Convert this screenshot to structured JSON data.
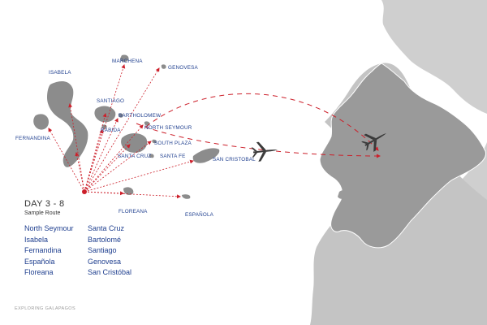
{
  "map": {
    "islands": [
      {
        "id": "marchena",
        "label": "MARCHENA"
      },
      {
        "id": "genovesa",
        "label": "GENOVESA"
      },
      {
        "id": "isabela",
        "label": "ISABELA"
      },
      {
        "id": "santiago",
        "label": "SANTIAGO"
      },
      {
        "id": "bartolomew",
        "label": "BARTHOLOMEW"
      },
      {
        "id": "north_seymour",
        "label": "NORTH SEYMOUR"
      },
      {
        "id": "rabida",
        "label": "RABIDA"
      },
      {
        "id": "fernandina",
        "label": "FERNANDINA"
      },
      {
        "id": "south_plaza",
        "label": "SOUTH PLAZA"
      },
      {
        "id": "santa_cruz",
        "label": "SANTA CRUZ"
      },
      {
        "id": "santa_fe",
        "label": "SANTA FE"
      },
      {
        "id": "san_cristobal",
        "label": "SAN CRISTOBAL"
      },
      {
        "id": "floreana",
        "label": "FLOREANA"
      },
      {
        "id": "espanola",
        "label": "ESPAÑOLA"
      }
    ],
    "colors": {
      "land": "#8c8c8c",
      "mainland": "#9e9e9e",
      "ocean_side": "#cfcfcf",
      "route": "#cc1f2a",
      "plane": "#3a3a3a",
      "label": "#1f3f8f"
    }
  },
  "panel": {
    "title": "DAY 3 - 8",
    "subtitle": "Sample Route",
    "col1": [
      "North Seymour",
      "Isabela",
      "Fernandina",
      "Española",
      "Floreana"
    ],
    "col2": [
      "Santa Cruz",
      "Bartolomé",
      "Santiago",
      "Genovesa",
      "San Cristóbal"
    ]
  },
  "footer": "EXPLORING GALAPAGOS"
}
